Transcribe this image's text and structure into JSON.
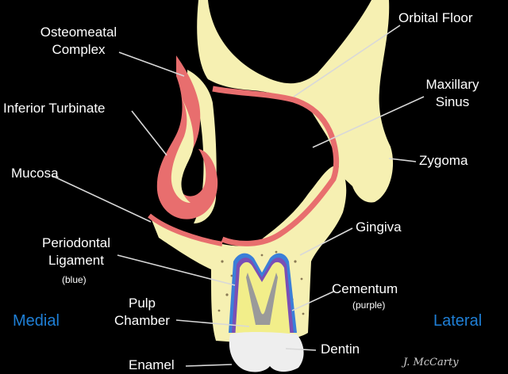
{
  "labels": {
    "osteomeatal_complex_1": "Osteomeatal",
    "osteomeatal_complex_2": "Complex",
    "inferior_turbinate": "Inferior Turbinate",
    "mucosa": "Mucosa",
    "periodontal_ligament_1": "Periodontal",
    "periodontal_ligament_2": "Ligament",
    "periodontal_ligament_note": "(blue)",
    "pulp_chamber_1": "Pulp",
    "pulp_chamber_2": "Chamber",
    "enamel": "Enamel",
    "orbital_floor": "Orbital Floor",
    "maxillary_sinus_1": "Maxillary",
    "maxillary_sinus_2": "Sinus",
    "zygoma": "Zygoma",
    "gingiva": "Gingiva",
    "cementum": "Cementum",
    "cementum_note": "(purple)",
    "dentin": "Dentin",
    "medial": "Medial",
    "lateral": "Lateral",
    "signature": "J. McCarty"
  },
  "colors": {
    "background": "#000000",
    "bone": "#f6f0b2",
    "mucosa": "#e86e6e",
    "periodontal_ligament": "#3b7fd8",
    "cementum": "#7a4fb5",
    "dentin": "#f2ee8a",
    "pulp": "#9a9a9a",
    "enamel": "#eeeeee",
    "direction_text": "#1f7fd6"
  }
}
